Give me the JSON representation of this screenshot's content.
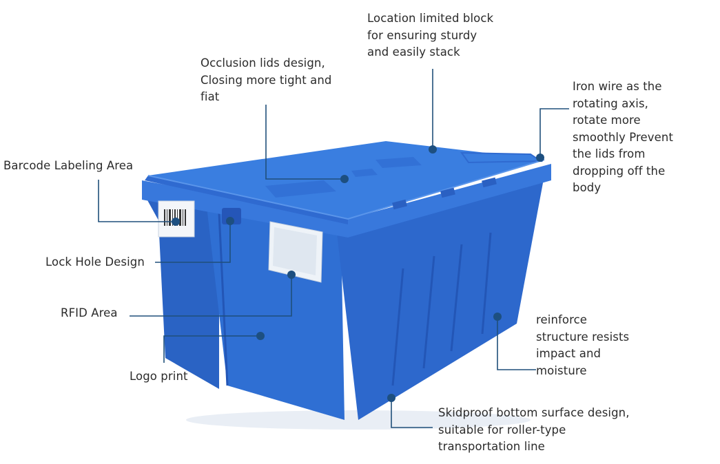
{
  "colors": {
    "leader_line": "#1f4f7a",
    "dot": "#1d4f80",
    "crate_body": "#2f6fd3",
    "crate_dark": "#2556b8",
    "crate_light": "#4a89e6",
    "lid": "#3a7ee0",
    "text": "#2b2b2b"
  },
  "callouts": {
    "location_block": "Location limited block\nfor ensuring sturdy\nand easily stack",
    "occlusion_lids": "Occlusion lids design,\nClosing more tight and\nfiat",
    "iron_wire": "Iron wire as the\nrotating axis,\nrotate more\nsmoothly Prevent\nthe lids from\ndropping off the\nbody",
    "barcode": "Barcode Labeling Area",
    "lock_hole": "Lock Hole Design",
    "rfid": "RFID Area",
    "logo": "Logo print",
    "reinforce": "reinforce\nstructure resists\nimpact and\nmoisture",
    "skidproof": "Skidproof bottom surface design,\nsuitable for roller-type\ntransportation line"
  },
  "image": {
    "subject": "blue plastic attached-lid tote crate",
    "icons": [
      "barcode-label-icon",
      "rfid-window-icon"
    ]
  }
}
